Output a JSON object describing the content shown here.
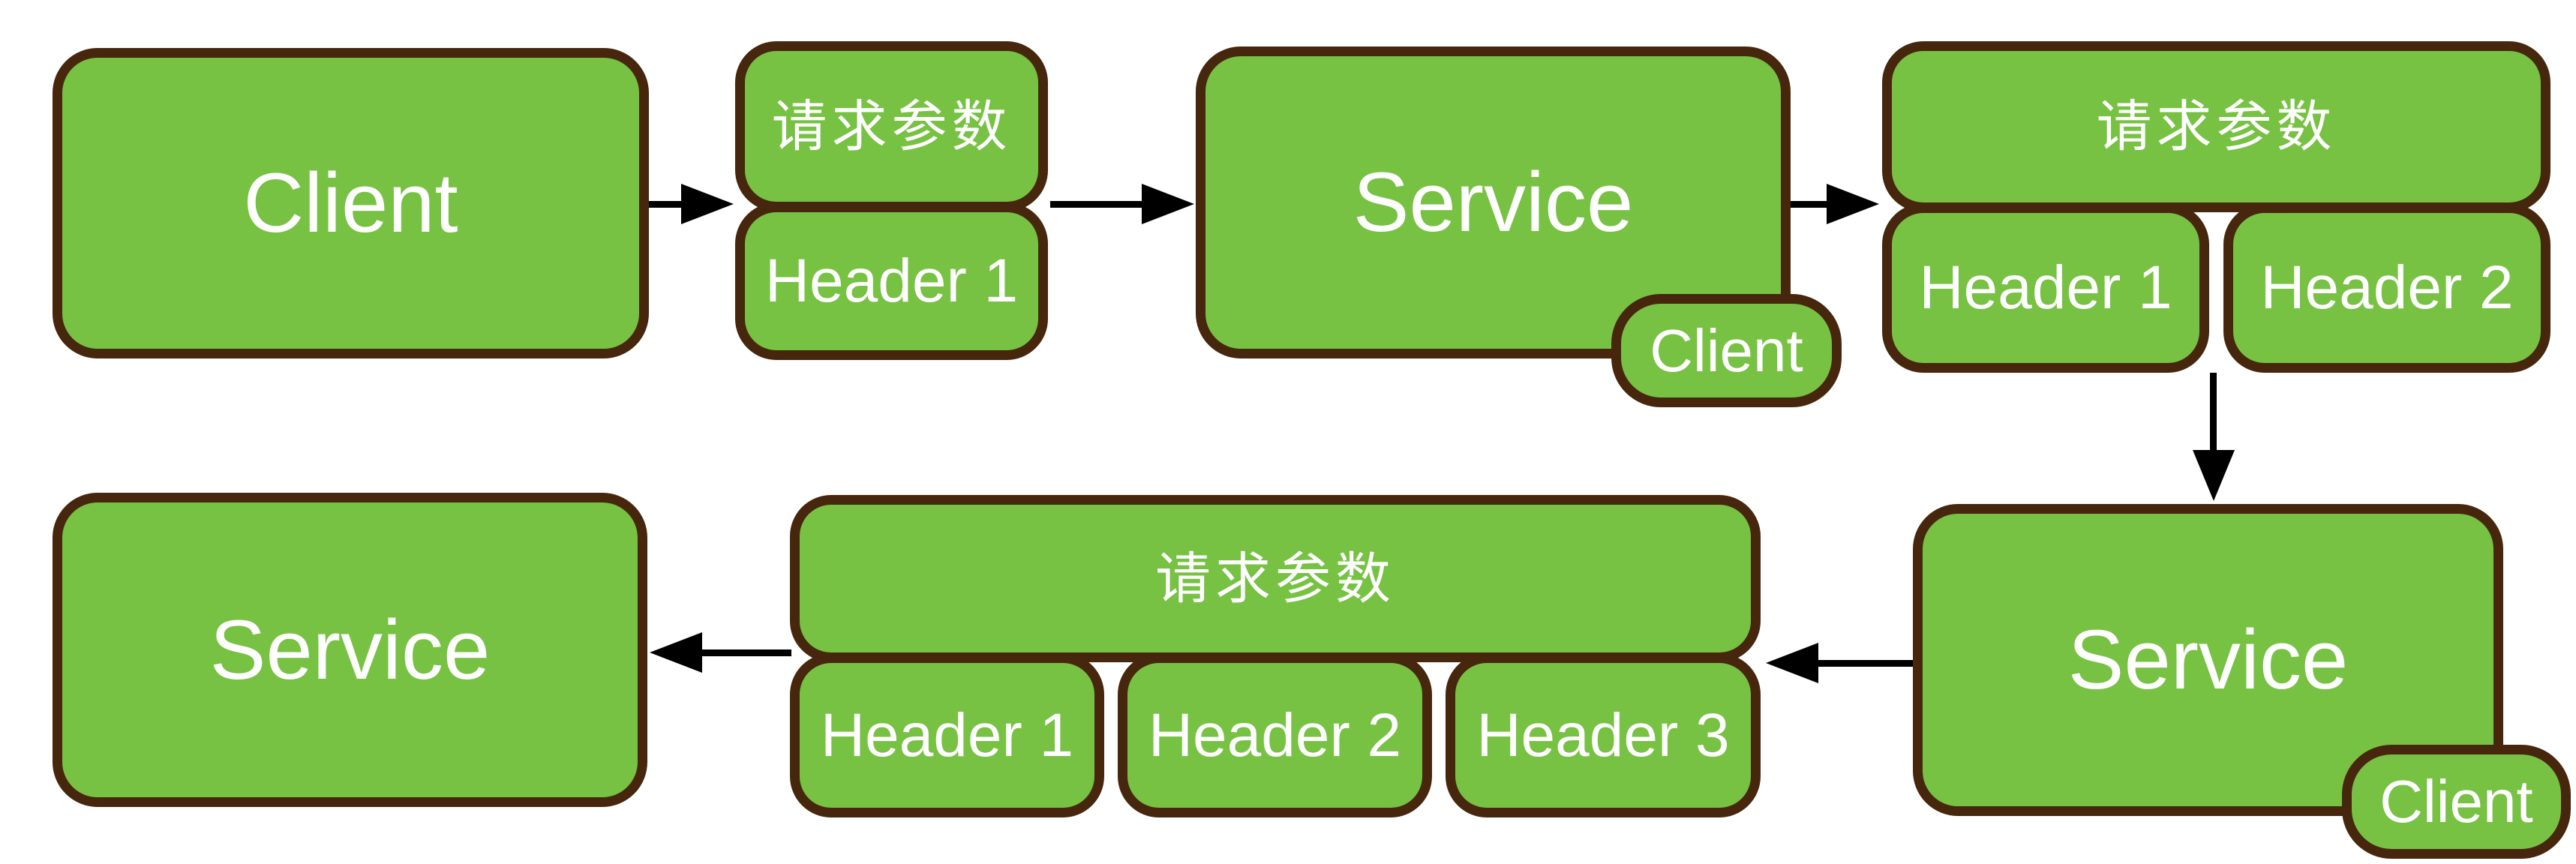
{
  "colors": {
    "node_fill": "#77c143",
    "node_border": "#47260e",
    "arrow": "#000000",
    "label_text": "#ffffff",
    "background": "#ffffff"
  },
  "diagram": {
    "row1": {
      "client": {
        "label": "Client"
      },
      "group1": {
        "param_label": "请求参数",
        "headers": [
          "Header 1"
        ]
      },
      "service": {
        "label": "Service",
        "badge_label": "Client"
      },
      "group2": {
        "param_label": "请求参数",
        "headers": [
          "Header 1",
          "Header 2"
        ]
      }
    },
    "row2": {
      "service_left": {
        "label": "Service"
      },
      "group3": {
        "param_label": "请求参数",
        "headers": [
          "Header 1",
          "Header 2",
          "Header 3"
        ]
      },
      "service_right": {
        "label": "Service",
        "badge_label": "Client"
      }
    }
  }
}
